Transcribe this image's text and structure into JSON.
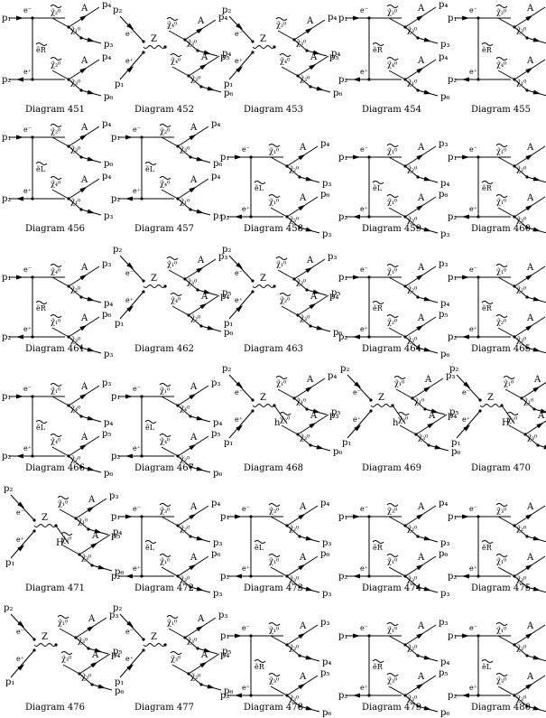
{
  "title": "",
  "labels": {
    "p1": "p₁",
    "p2": "p₂",
    "p3": "p₃",
    "p4": "p₄",
    "p5": "p₅",
    "p6": "p₆",
    "em": "e⁻",
    "ep": "e⁺",
    "A": "A",
    "Z": "Z",
    "h": "h",
    "H": "H",
    "chi1": "χ̃₁⁰",
    "chi2": "χ̃₂⁰",
    "chi3": "χ̃₃⁰",
    "chi4": "χ̃₄⁰",
    "eR": "ẽR",
    "eL": "ẽL"
  },
  "diagrams": [
    {
      "id": "d451",
      "caption": "Diagram 451",
      "kind": "t",
      "ex": "eR",
      "top": "chi2",
      "bot": "chi2",
      "topSub": "chi1",
      "botSub": "chi3",
      "topP": [
        "p4",
        "p3"
      ],
      "botP": [
        "p4",
        "p6"
      ]
    },
    {
      "id": "d452",
      "caption": "Diagram 452",
      "kind": "s",
      "mid": "Z",
      "top": "chi4",
      "bot": "chi4",
      "topSub": "chi3",
      "botSub": "chi3",
      "topP": [
        "p4",
        "p5"
      ],
      "botP": [
        "p4",
        "p6"
      ]
    },
    {
      "id": "d453",
      "caption": "Diagram 453",
      "kind": "s",
      "mid": "Z",
      "top": "chi2",
      "bot": "chi4",
      "topSub": "chi3",
      "botSub": "chi3",
      "topP": [
        "p4",
        "p5"
      ],
      "botP": [
        "p4",
        "p6"
      ]
    },
    {
      "id": "d454",
      "caption": "Diagram 454",
      "kind": "t",
      "ex": "eR",
      "top": "chi2",
      "bot": "chi4",
      "topSub": "chi3",
      "botSub": "chi1",
      "topP": [
        "p4",
        "p3"
      ],
      "botP": [
        "p4",
        "p6"
      ]
    },
    {
      "id": "d455",
      "caption": "Diagram 455",
      "kind": "t",
      "ex": "eR",
      "top": "chi2",
      "bot": "chi4",
      "topSub": "chi3",
      "botSub": "chi1",
      "topP": [
        "p4",
        "p3"
      ],
      "botP": [
        "p4",
        "p6"
      ]
    },
    {
      "id": "d456",
      "caption": "Diagram 456",
      "kind": "t",
      "ex": "eL",
      "top": "chi2",
      "bot": "chi4",
      "topSub": "chi3",
      "botSub": "chi1",
      "topP": [
        "p4",
        "p6"
      ],
      "botP": [
        "p4",
        "p3"
      ]
    },
    {
      "id": "d457",
      "caption": "Diagram 457",
      "kind": "t",
      "ex": "eL",
      "top": "chi2",
      "bot": "chi4",
      "topSub": "chi3",
      "botSub": "chi1",
      "topP": [
        "p4",
        "p6"
      ],
      "botP": [
        "p4",
        "p3"
      ]
    },
    {
      "id": "d458",
      "caption": "Diagram 458",
      "kind": "t3",
      "ex": "eL",
      "top": "chi1",
      "bot": "chi1",
      "topSub": "chi2",
      "botSub": "chi3",
      "topP": [
        "p4",
        "p3"
      ],
      "botP": [
        "p6",
        "p3"
      ]
    },
    {
      "id": "d459",
      "caption": "Diagram 459",
      "kind": "t3",
      "ex": "eL",
      "top": "chi1",
      "bot": "chi1",
      "topSub": "chi2",
      "botSub": "chi3",
      "topP": [
        "p3",
        "p4"
      ],
      "botP": [
        "p6",
        "p3"
      ]
    },
    {
      "id": "d460",
      "caption": "Diagram 460",
      "kind": "t3",
      "ex": "eR",
      "top": "chi1",
      "bot": "chi1",
      "topSub": "chi2",
      "botSub": "chi3",
      "topP": [
        "p3",
        "p4"
      ],
      "botP": [
        "p6",
        "p3"
      ]
    },
    {
      "id": "d461",
      "caption": "Diagram 461",
      "kind": "t3",
      "ex": "eR",
      "top": "chi4",
      "bot": "chi1",
      "topSub": "chi2",
      "botSub": "chi3",
      "topP": [
        "p3",
        "p4"
      ],
      "botP": [
        "p6",
        "p3"
      ]
    },
    {
      "id": "d462",
      "caption": "Diagram 462",
      "kind": "s3",
      "mid": "Z",
      "top": "chi1",
      "bot": "chi4",
      "topSub": "chi3",
      "botSub": "chi2",
      "topP": [
        "p3",
        "p4"
      ],
      "botP": [
        "p5",
        "p6"
      ]
    },
    {
      "id": "d463",
      "caption": "Diagram 463",
      "kind": "s3",
      "mid": "Z",
      "top": "chi1",
      "bot": "chi2",
      "topSub": "chi3",
      "botSub": "chi3",
      "topP": [
        "p3",
        "p4"
      ],
      "botP": [
        "p5",
        "p6"
      ]
    },
    {
      "id": "d464",
      "caption": "Diagram 464",
      "kind": "t3r",
      "ex": "eR",
      "top": "chi1",
      "bot": "chi2",
      "topSub": "chi2",
      "botSub": "chi3",
      "topP": [
        "p3",
        "p4"
      ],
      "botP": [
        "p5",
        "p6"
      ]
    },
    {
      "id": "d465",
      "caption": "Diagram 465",
      "kind": "t3r",
      "ex": "eR",
      "top": "chi1",
      "bot": "chi2",
      "topSub": "chi2",
      "botSub": "chi3",
      "topP": [
        "p3",
        "p4"
      ],
      "botP": [
        "p5",
        "p6"
      ]
    },
    {
      "id": "d466",
      "caption": "Diagram 466",
      "kind": "t3r",
      "ex": "eL",
      "top": "chi1",
      "bot": "chi4",
      "topSub": "chi4",
      "botSub": "chi2",
      "topP": [
        "p3",
        "p4"
      ],
      "botP": [
        "p5",
        "p6"
      ]
    },
    {
      "id": "d467",
      "caption": "Diagram 467",
      "kind": "t3r",
      "ex": "eL",
      "top": "chi1",
      "bot": "chi4",
      "topSub": "chi4",
      "botSub": "chi2",
      "topP": [
        "p3",
        "p4"
      ],
      "botP": [
        "p5",
        "p6"
      ]
    },
    {
      "id": "d468",
      "caption": "Diagram 468",
      "kind": "sh",
      "mid": "Z",
      "higgs": "h",
      "top": "chi1",
      "bot": "chi2",
      "topSub": "chi1",
      "botSub": "chi3",
      "topP": [
        "p4",
        "p3"
      ],
      "botP": [
        "p5",
        "p6"
      ]
    },
    {
      "id": "d469",
      "caption": "Diagram 469",
      "kind": "sh",
      "mid": "Z",
      "higgs": "h",
      "top": "chi1",
      "bot": "chi2",
      "topSub": "chi1",
      "botSub": "chi3",
      "topP": [
        "p3",
        "p4"
      ],
      "botP": [
        "p5",
        "p6"
      ]
    },
    {
      "id": "d470",
      "caption": "Diagram 470",
      "kind": "sh",
      "mid": "Z",
      "higgs": "H",
      "top": "chi1",
      "bot": "chi2",
      "topSub": "chi1",
      "botSub": "chi3",
      "topP": [
        "p4",
        "p3"
      ],
      "botP": [
        "p5",
        "p6"
      ]
    },
    {
      "id": "d471",
      "caption": "Diagram 471",
      "kind": "sh",
      "mid": "Z",
      "higgs": "H",
      "top": "chi1",
      "bot": "chi3",
      "topSub": "chi1",
      "botSub": "chi3",
      "topP": [
        "p3",
        "p5"
      ],
      "botP": [
        "p4",
        "p6"
      ]
    },
    {
      "id": "d472",
      "caption": "Diagram 472",
      "kind": "t3",
      "ex": "eL",
      "top": "chi3",
      "bot": "chi1",
      "topSub": "chi2",
      "botSub": "chi3",
      "topP": [
        "p4",
        "p3"
      ],
      "botP": [
        "p6",
        "p3"
      ]
    },
    {
      "id": "d473",
      "caption": "Diagram 473",
      "kind": "t3",
      "ex": "eL",
      "top": "chi3",
      "bot": "chi1",
      "topSub": "chi2",
      "botSub": "chi3",
      "topP": [
        "p4",
        "p3"
      ],
      "botP": [
        "p6",
        "p3"
      ]
    },
    {
      "id": "d474",
      "caption": "Diagram 474",
      "kind": "t3",
      "ex": "eR",
      "top": "chi3",
      "bot": "chi1",
      "topSub": "chi2",
      "botSub": "chi3",
      "topP": [
        "p4",
        "p3"
      ],
      "botP": [
        "p6",
        "p3"
      ]
    },
    {
      "id": "d475",
      "caption": "Diagram 475",
      "kind": "t3",
      "ex": "eR",
      "top": "chi3",
      "bot": "chi1",
      "topSub": "chi2",
      "botSub": "chi3",
      "topP": [
        "p4",
        "p3"
      ],
      "botP": [
        "p6",
        "p3"
      ]
    },
    {
      "id": "d476",
      "caption": "Diagram 476",
      "kind": "s3",
      "mid": "Z",
      "top": "chi1",
      "bot": "chi3",
      "topSub": "chi3",
      "botSub": "chi3",
      "topP": [
        "p3",
        "p4"
      ],
      "botP": [
        "p5",
        "p6"
      ]
    },
    {
      "id": "d477",
      "caption": "Diagram 477",
      "kind": "s3",
      "mid": "Z",
      "top": "chi1",
      "bot": "chi3",
      "topSub": "chi3",
      "botSub": "chi3",
      "topP": [
        "p3",
        "p4"
      ],
      "botP": [
        "p5",
        "p6"
      ]
    },
    {
      "id": "d478",
      "caption": "Diagram 478",
      "kind": "t3r",
      "ex": "eR",
      "top": "chi1",
      "bot": "chi3",
      "topSub": "chi3",
      "botSub": "chi3",
      "topP": [
        "p3",
        "p4"
      ],
      "botP": [
        "p5",
        "p6"
      ]
    },
    {
      "id": "d479",
      "caption": "Diagram 479",
      "kind": "t3r",
      "ex": "eR",
      "top": "chi1",
      "bot": "chi3",
      "topSub": "chi3",
      "botSub": "chi3",
      "topP": [
        "p3",
        "p4"
      ],
      "botP": [
        "p5",
        "p6"
      ]
    },
    {
      "id": "d480",
      "caption": "Diagram 480",
      "kind": "t3r",
      "ex": "eL",
      "top": "chi1",
      "bot": "chi3",
      "topSub": "chi3",
      "botSub": "chi3",
      "topP": [
        "p3",
        "p4"
      ],
      "botP": [
        "p5",
        "p6"
      ]
    }
  ]
}
